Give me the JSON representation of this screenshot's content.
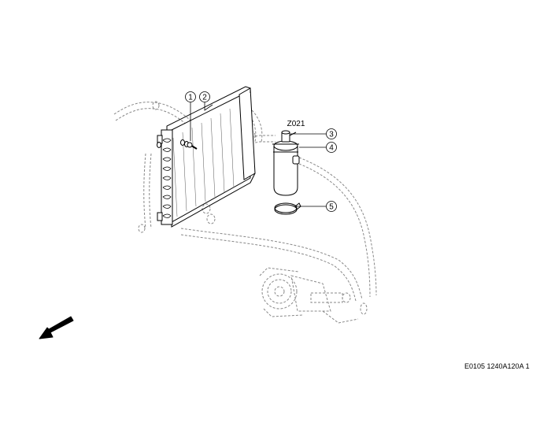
{
  "diagram": {
    "component_label": "Z021",
    "callouts": [
      "1",
      "2",
      "3",
      "4",
      "5"
    ],
    "document_code": "E0105 1240A120A 1"
  },
  "colors": {
    "line": "#000000",
    "ghost_line": "#888888",
    "background": "#ffffff"
  },
  "icons": {
    "direction_arrow": "front-direction-arrow-icon"
  }
}
